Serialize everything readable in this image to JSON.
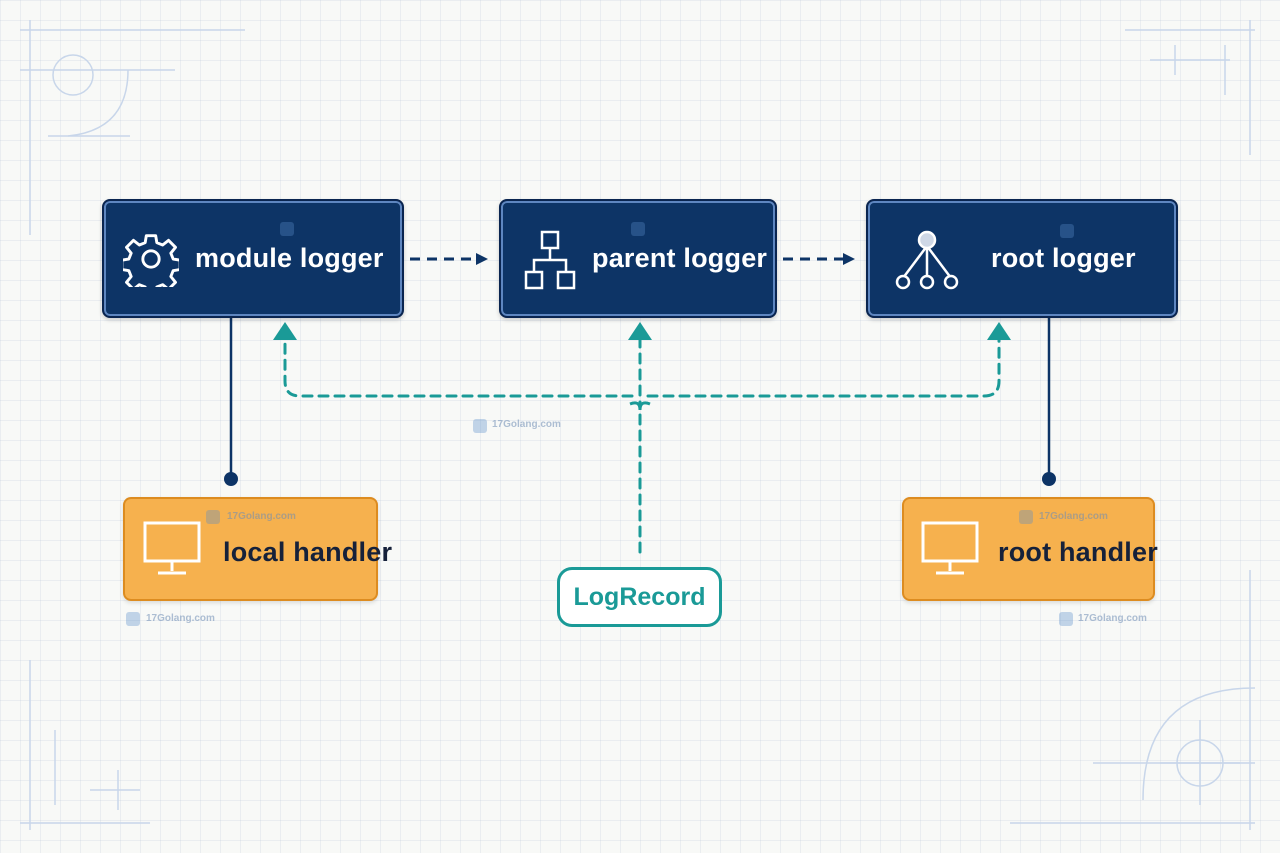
{
  "colors": {
    "logger_fill": "#0d3466",
    "handler_fill": "#f6b14e",
    "flow_teal": "#1a9a97",
    "link_navy": "#0d3466"
  },
  "loggers": [
    {
      "label": "module logger",
      "icon": "gear-icon"
    },
    {
      "label": "parent logger",
      "icon": "hierarchy-icon"
    },
    {
      "label": "root logger",
      "icon": "tree-nodes-icon"
    }
  ],
  "handlers": [
    {
      "label": "local handler",
      "icon": "monitor-icon"
    },
    {
      "label": "root handler",
      "icon": "monitor-icon"
    }
  ],
  "record": {
    "label": "LogRecord"
  },
  "watermark": {
    "text": "17Golang.com"
  }
}
